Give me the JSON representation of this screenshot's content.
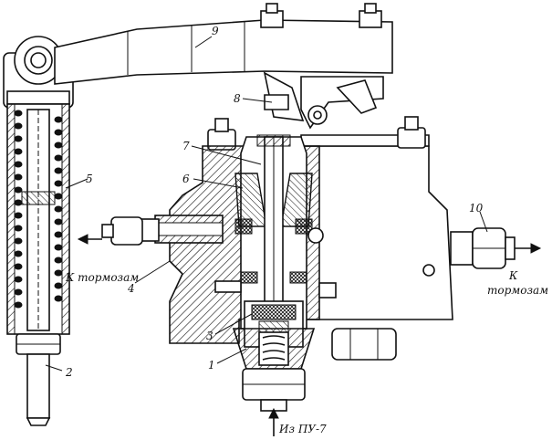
{
  "callouts": {
    "n1": "1",
    "n2": "2",
    "n3": "3",
    "n4": "4",
    "n5": "5",
    "n6": "6",
    "n7": "7",
    "n8": "8",
    "n9": "9",
    "n10": "10"
  },
  "captions": {
    "to_brakes_left": "К тормозам",
    "to_brakes_right_line1": "К",
    "to_brakes_right_line2": "тормозам",
    "from_source": "Из ПУ-7"
  }
}
